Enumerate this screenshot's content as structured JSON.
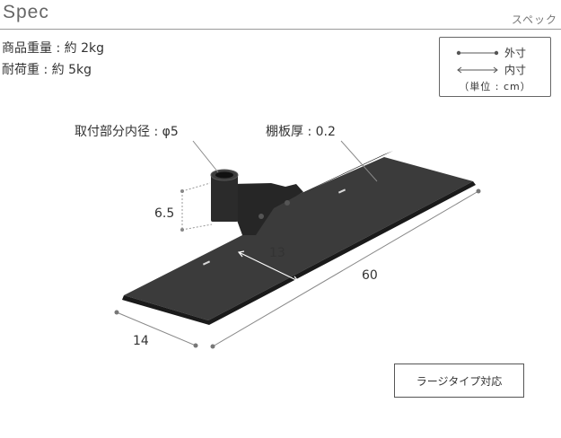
{
  "header": {
    "title": "Spec",
    "subtitle": "スペック"
  },
  "specs": {
    "product_weight": "商品重量 : 約 2kg",
    "load_capacity": "耐荷重 : 約 5kg"
  },
  "legend": {
    "outer": "外寸",
    "inner": "内寸",
    "unit": "（単位 : cm）"
  },
  "dimensions": {
    "pipe_inner_diameter": "取付部分内径 : φ5",
    "shelf_thickness": "棚板厚 : 0.2",
    "bracket_height": "6.5",
    "inner_depth": "13",
    "width": "60",
    "depth": "14"
  },
  "badge": "ラージタイプ対応",
  "colors": {
    "shelf": "#3b3b3b",
    "bracket": "#2a2a2a",
    "dimension_line": "#8a8a8a",
    "text": "#333333"
  }
}
